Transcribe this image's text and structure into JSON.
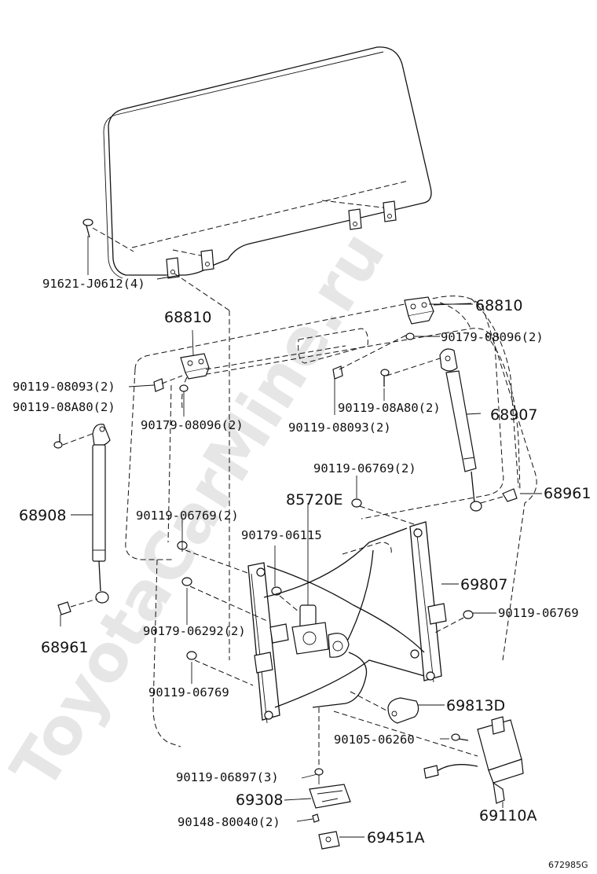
{
  "watermark": "ToyotaCarMine.ru",
  "figure_code": "672985G",
  "callouts": {
    "p91621": "91621-J0612(4)",
    "p68810_left": "68810",
    "p68810_right": "68810",
    "p90179_08096_right": "90179-08096(2)",
    "p90119_08093_left": "90119-08093(2)",
    "p90119_08A80_left": "90119-08A80(2)",
    "p90119_08A80_mid": "90119-08A80(2)",
    "p68907": "68907",
    "p90179_08096_left": "90179-08096(2)",
    "p90119_08093_mid": "90119-08093(2)",
    "p90119_06769_top": "90119-06769(2)",
    "p68908": "68908",
    "p85720E": "85720E",
    "p68961_right": "68961",
    "p90119_06769_left": "90119-06769(2)",
    "p90179_06115": "90179-06115",
    "p69807": "69807",
    "p68961_left": "68961",
    "p90119_06769_right": "90119-06769",
    "p90179_06292": "90179-06292(2)",
    "p90119_06769_bottom": "90119-06769",
    "p69813D": "69813D",
    "p90105_06260": "90105-06260",
    "p90119_06897": "90119-06897(3)",
    "p69308": "69308",
    "p69110A": "69110A",
    "p90148_80040": "90148-80040(2)",
    "p69451A": "69451A"
  }
}
